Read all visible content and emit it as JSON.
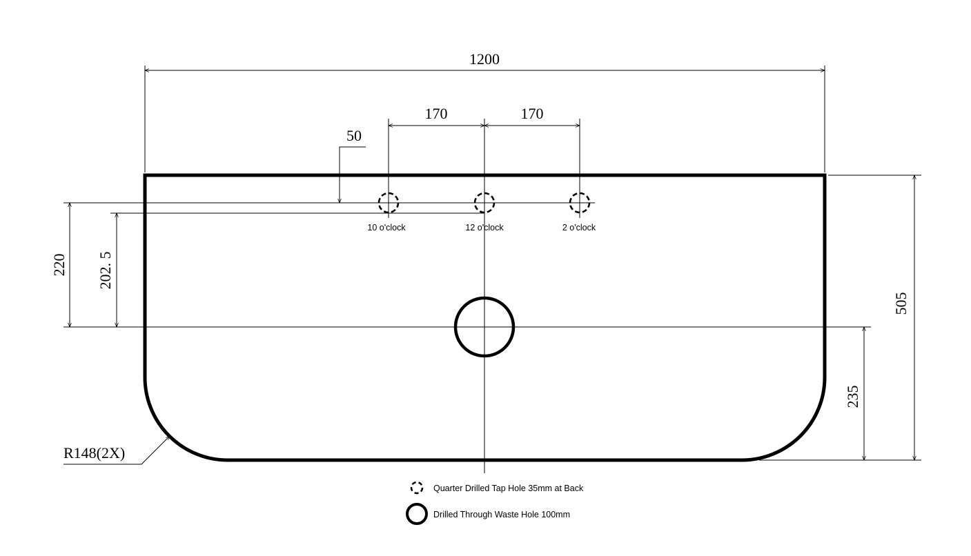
{
  "dimensions": {
    "overall_width": "1200",
    "tap_spacing_left": "170",
    "tap_spacing_right": "170",
    "tap_offset_from_back": "50",
    "tap_to_waste": "220",
    "tap_back_to_waste": "202. 5",
    "overall_depth": "505",
    "waste_to_front": "235",
    "corner_radius": "R148(2X)"
  },
  "tap_holes": [
    {
      "label": "10 o'clock"
    },
    {
      "label": "12 o'clock"
    },
    {
      "label": "2 o'clock"
    }
  ],
  "legend": [
    {
      "icon": "dashed-circle-icon",
      "label": "Quarter Drilled Tap Hole 35mm at Back"
    },
    {
      "icon": "solid-circle-icon",
      "label": "Drilled Through Waste Hole 100mm"
    }
  ]
}
